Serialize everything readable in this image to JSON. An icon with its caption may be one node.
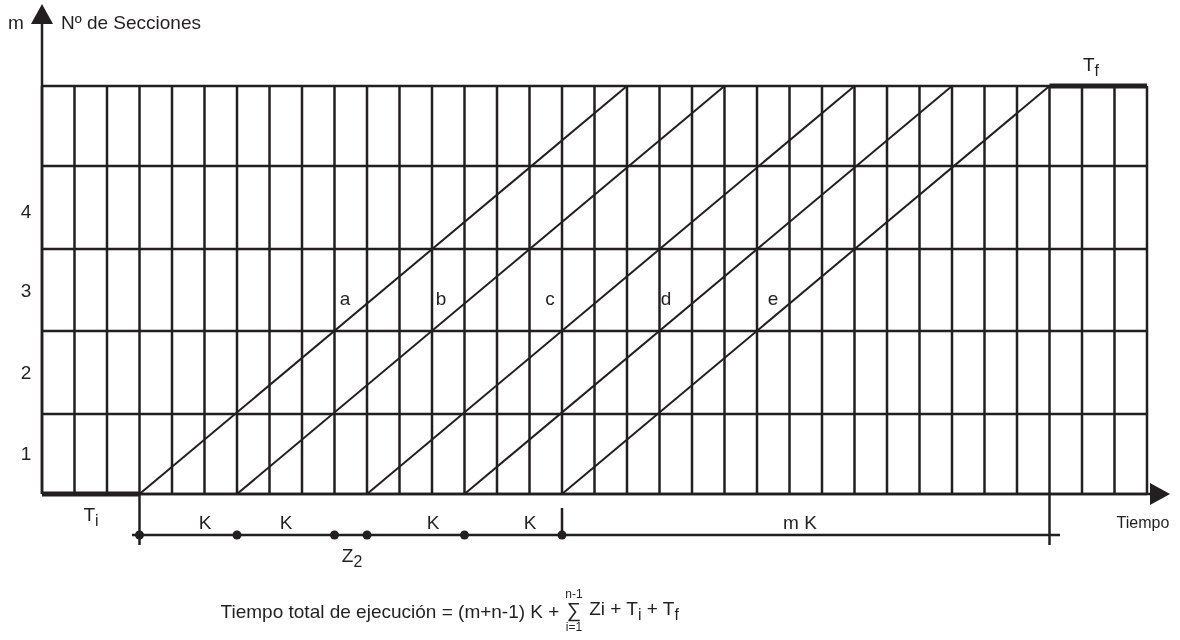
{
  "diagram": {
    "labels": [
      "m",
      "Nº de Secciones",
      "T$_{f}$",
      "4",
      "3",
      "a",
      "b",
      "c",
      "d",
      "e",
      "2",
      "1",
      "T$_{i}$",
      "K",
      "K",
      "K",
      "K",
      "m  K",
      "Tiempo",
      "Z$_{2}$",
      "Tiempo total de ejecución = (m+n-1) K +",
      "n-1",
      "∑",
      "i=1",
      "Zi + T$_{i}$ + T$_{f}$"
    ]
  }
}
